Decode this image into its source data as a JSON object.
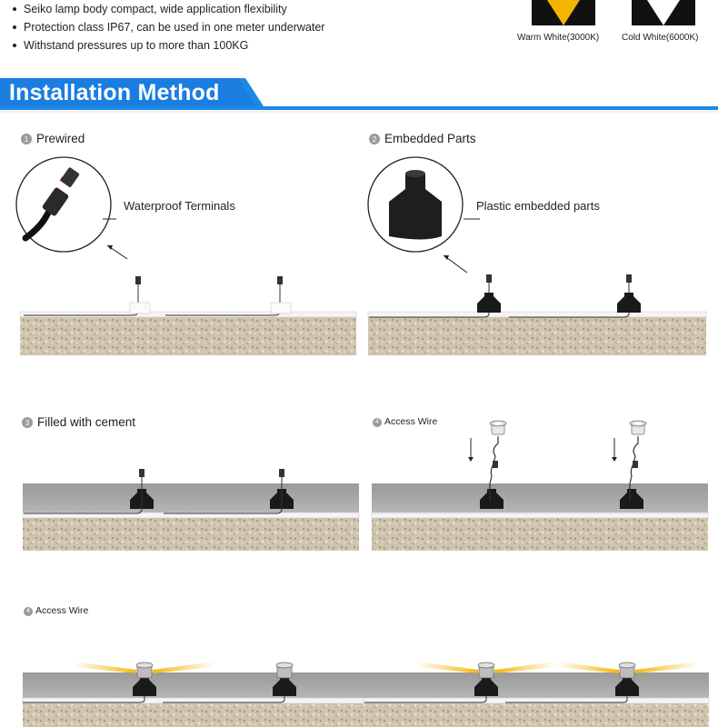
{
  "features": [
    "Seiko lamp body compact, wide application flexibility",
    "Protection class IP67, can be used in one meter underwater",
    "Withstand pressures up to more than 100KG"
  ],
  "color_temps": [
    {
      "label": "Warm White(3000K)",
      "color": "#f5b400"
    },
    {
      "label": "Cold White(6000K)",
      "color": "#ffffff"
    }
  ],
  "section_title": "Installation Method",
  "steps": [
    {
      "num": "1",
      "label": "Prewired",
      "callout": "Waterproof Terminals"
    },
    {
      "num": "2",
      "label": "Embedded Parts",
      "callout": "Plastic embedded parts"
    },
    {
      "num": "3",
      "label": "Filled with cement"
    },
    {
      "num": "4",
      "label": "Access Wire"
    },
    {
      "num": "4",
      "label": "Access Wire"
    }
  ],
  "colors": {
    "accent": "#1e88e5",
    "banner_dark": "#1565c0",
    "warm_light": "#f5b400"
  }
}
